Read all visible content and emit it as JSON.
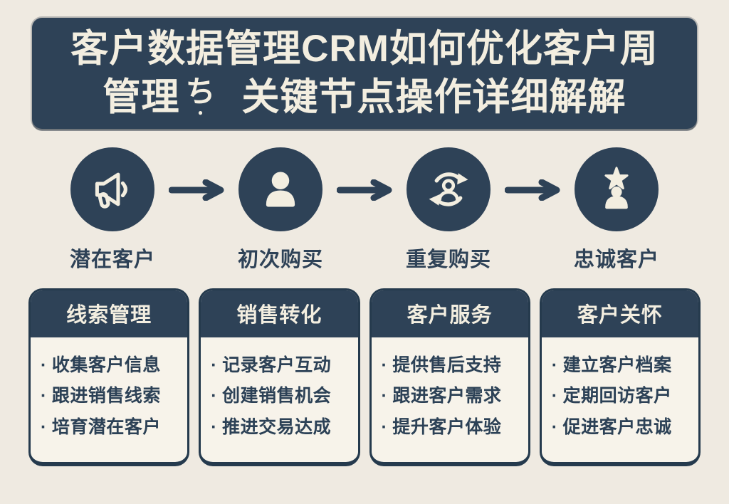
{
  "colors": {
    "navy": "#2e4257",
    "cream_text": "#f3eee0",
    "page_bg": "#efeae1",
    "card_bg": "#f7f3ea"
  },
  "title": {
    "line1": "客户数据管理CRM如何优化客户周",
    "line2_left": "管理",
    "line2_mark_top": "ち",
    "line2_mark_dot": "●",
    "line2_right": "关键节点操作详细解解"
  },
  "journey": {
    "stages": [
      {
        "icon": "megaphone",
        "label": "潜在客户"
      },
      {
        "icon": "user",
        "label": "初次购买"
      },
      {
        "icon": "user-refresh",
        "label": "重复购买"
      },
      {
        "icon": "user-star",
        "label": "忠诚客户"
      }
    ]
  },
  "bullet_char": "·",
  "cards": [
    {
      "title": "线索管理",
      "bullets": [
        "收集客户信息",
        "跟进销售线索",
        "培育潜在客户"
      ]
    },
    {
      "title": "销售转化",
      "bullets": [
        "记录客户互动",
        "创建销售机会",
        "推进交易达成"
      ]
    },
    {
      "title": "客户服务",
      "bullets": [
        "提供售后支持",
        "跟进客户需求",
        "提升客户体验"
      ]
    },
    {
      "title": "客户关怀",
      "bullets": [
        "建立客户档案",
        "定期回访客户",
        "促进客户忠诚"
      ]
    }
  ]
}
